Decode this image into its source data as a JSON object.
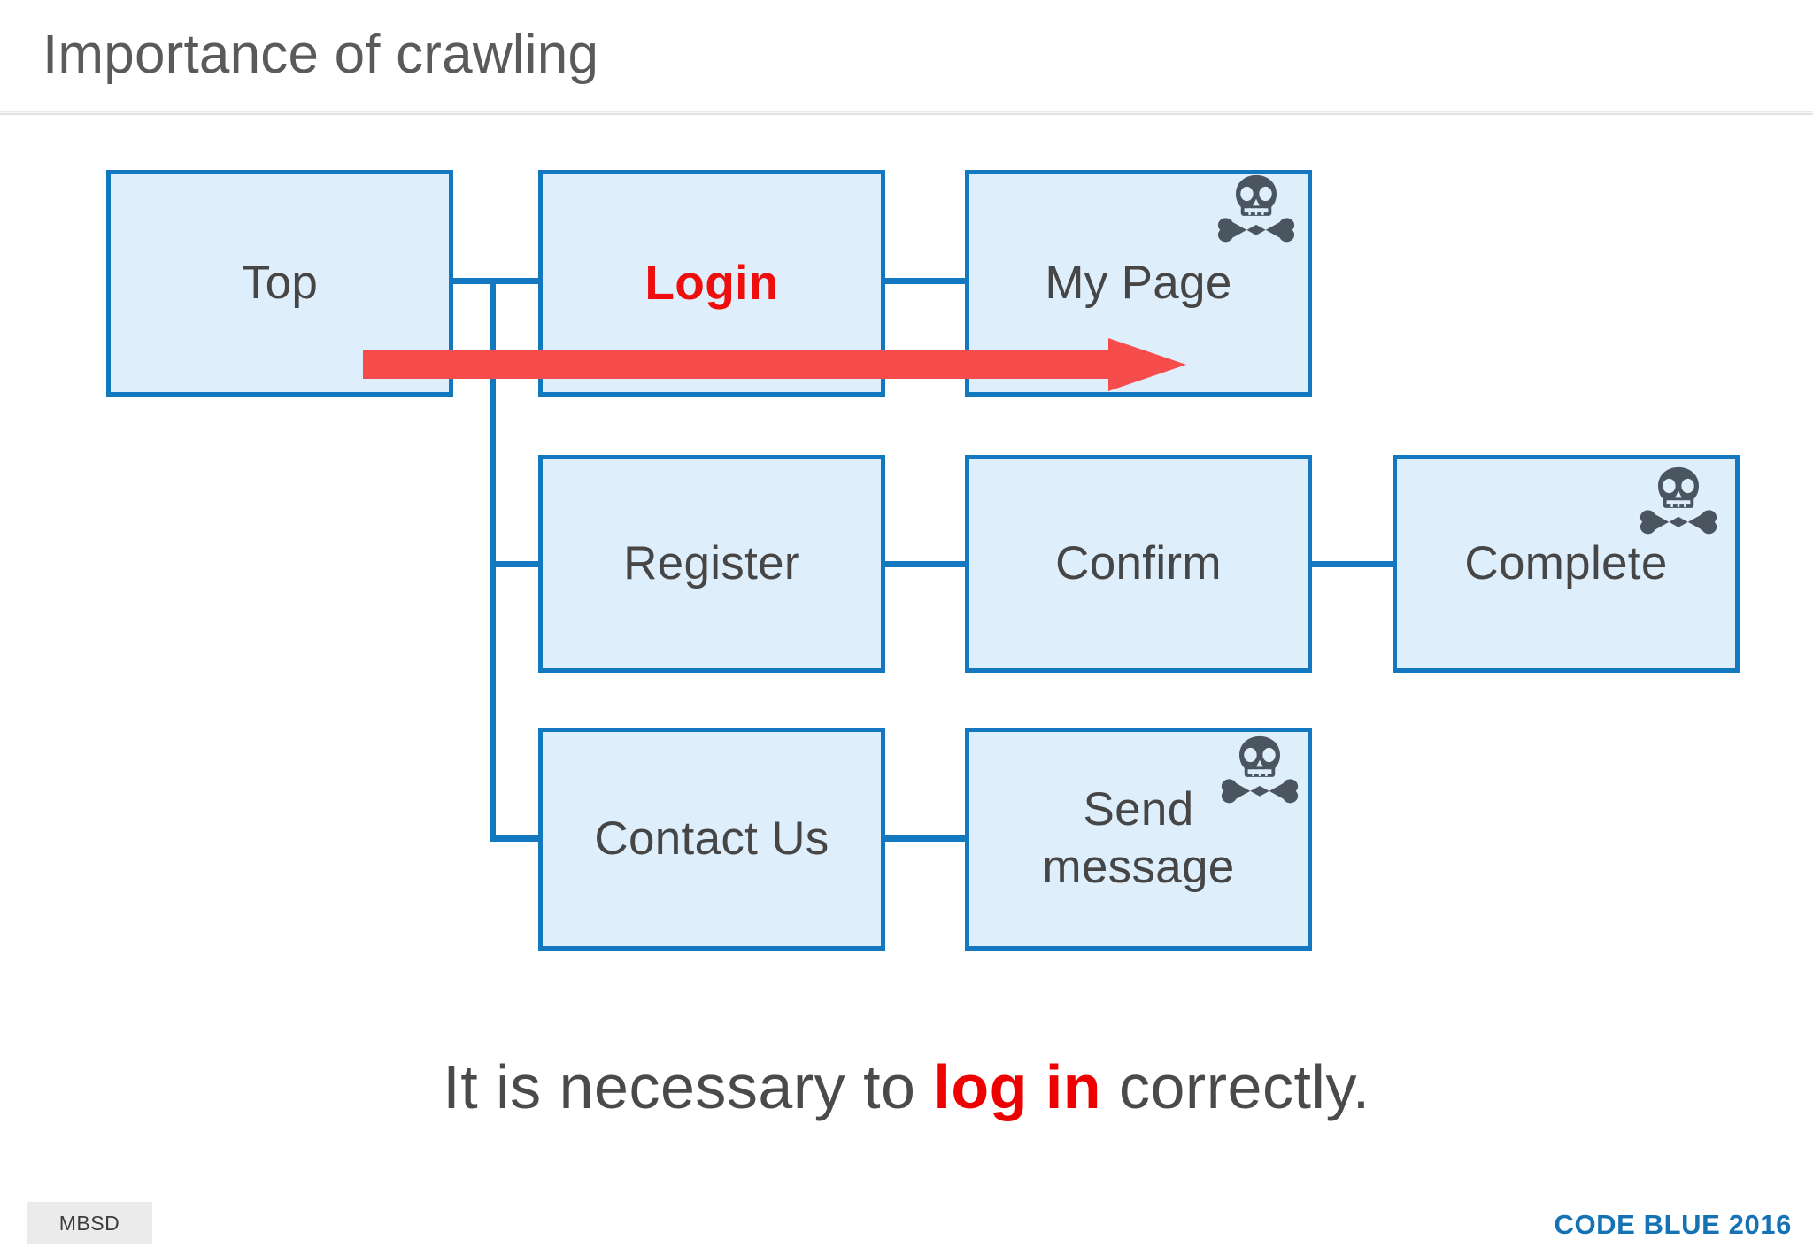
{
  "slide": {
    "title": "Importance of crawling",
    "caption": {
      "before": "It is necessary to ",
      "emphasis": "log in",
      "after": " correctly."
    }
  },
  "diagram": {
    "type": "site-map-flow",
    "nodes": [
      {
        "id": "top",
        "label": "Top",
        "emphasis": false,
        "skull": false
      },
      {
        "id": "login",
        "label": "Login",
        "emphasis": true,
        "skull": false
      },
      {
        "id": "mypage",
        "label": "My Page",
        "emphasis": false,
        "skull": true
      },
      {
        "id": "register",
        "label": "Register",
        "emphasis": false,
        "skull": false
      },
      {
        "id": "confirm",
        "label": "Confirm",
        "emphasis": false,
        "skull": false
      },
      {
        "id": "complete",
        "label": "Complete",
        "emphasis": false,
        "skull": true
      },
      {
        "id": "contactus",
        "label": "Contact Us",
        "emphasis": false,
        "skull": false
      },
      {
        "id": "sendmsg",
        "label": "Send\nmessage",
        "emphasis": false,
        "skull": true
      }
    ],
    "edges": [
      {
        "from": "top",
        "to": "login"
      },
      {
        "from": "top",
        "to": "register"
      },
      {
        "from": "top",
        "to": "contactus"
      },
      {
        "from": "login",
        "to": "mypage"
      },
      {
        "from": "register",
        "to": "confirm"
      },
      {
        "from": "confirm",
        "to": "complete"
      },
      {
        "from": "contactus",
        "to": "sendmsg"
      }
    ],
    "annotation": {
      "name": "flow-arrow",
      "direction": "right",
      "from": "Top",
      "to": "My Page"
    },
    "icon_names": {
      "skull": "skull-and-crossbones-icon",
      "arrow": "right-arrow-icon"
    }
  },
  "footer": {
    "logo": "MBSD",
    "brand": "CODE BLUE 2016"
  },
  "colors": {
    "node_fill": "#deeefb",
    "node_border": "#1378bf",
    "connector": "#1378bf",
    "title_text": "#5a5a5a",
    "node_text": "#464646",
    "emphasis_red": "#ef0d0d",
    "arrow_red": "#f74c4c",
    "skull_gray": "#4a5560",
    "brand_blue": "#1572b5",
    "logo_bg": "#ebebeb",
    "background": "#ffffff"
  }
}
